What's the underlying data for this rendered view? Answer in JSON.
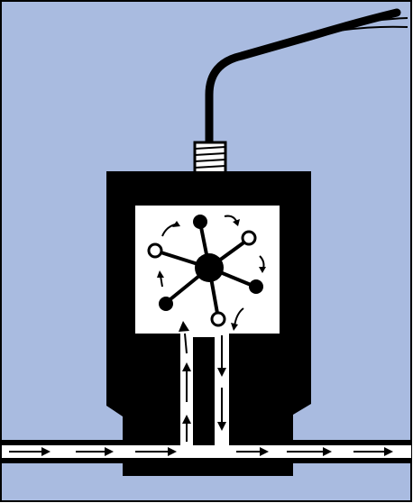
{
  "diagram": {
    "colors": {
      "background": "#a9bbe0",
      "body": "#000000",
      "flow_channel": "#ffffff",
      "frame": "#000000"
    },
    "rotor": {
      "arms": 6,
      "filled_ends": 3,
      "hollow_ends": 3
    },
    "flow": {
      "direction": "left-to-right",
      "inlet_arrows": 3,
      "outlet_arrows": 4
    }
  }
}
